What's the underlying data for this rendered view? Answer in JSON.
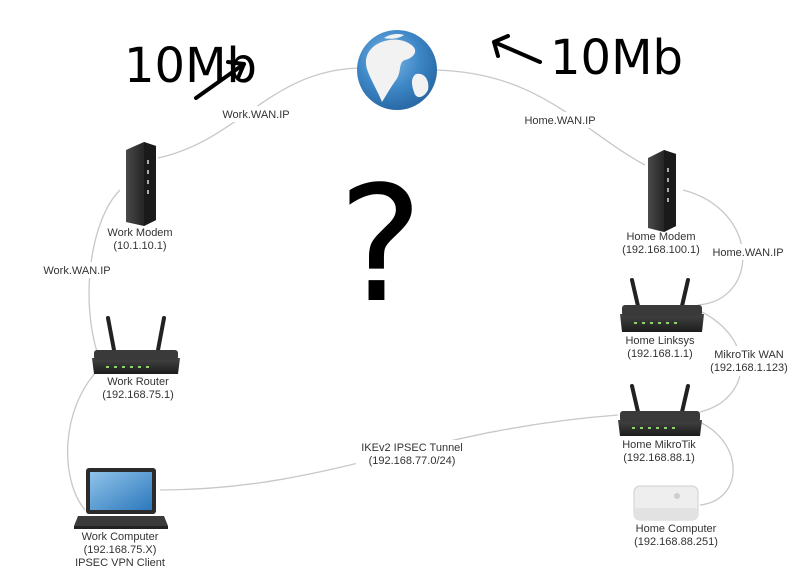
{
  "nodes": {
    "work_modem": {
      "name": "Work Modem",
      "ip": "(10.1.10.1)"
    },
    "work_router": {
      "name": "Work Router",
      "ip": "(192.168.75.1)"
    },
    "work_computer": {
      "name": "Work Computer",
      "ip": "(192.168.75.X)",
      "role": "IPSEC VPN Client"
    },
    "home_modem": {
      "name": "Home Modem",
      "ip": "(192.168.100.1)"
    },
    "home_linksys": {
      "name": "Home Linksys",
      "ip": "(192.168.1.1)"
    },
    "home_mikrotik": {
      "name": "Home MikroTik",
      "ip": "(192.168.88.1)"
    },
    "home_computer": {
      "name": "Home Computer",
      "ip": "(192.168.88.251)"
    }
  },
  "links": {
    "work_wan_top": "Work.WAN.IP",
    "work_wan_side": "Work.WAN.IP",
    "home_wan_top": "Home.WAN.IP",
    "home_wan_side": "Home.WAN.IP",
    "mikrotik_wan": {
      "label": "MikroTik WAN",
      "ip": "(192.168.1.123)"
    },
    "tunnel": {
      "label": "IKEv2 IPSEC Tunnel",
      "ip": "(192.168.77.0/24)"
    }
  },
  "annotations": {
    "left_speed": "10Mb",
    "right_speed": "10Mb",
    "question": "?"
  },
  "colors": {
    "link": "#c8c8c8",
    "device": "#2b2b2b",
    "globe_ocean": "#3d86c6",
    "globe_land": "#f2f2f2",
    "ink": "#000000"
  },
  "icons": {
    "internet": "globe-icon",
    "modem": "modem-icon",
    "router": "router-icon",
    "laptop": "laptop-icon",
    "desktop": "mac-mini-icon"
  }
}
